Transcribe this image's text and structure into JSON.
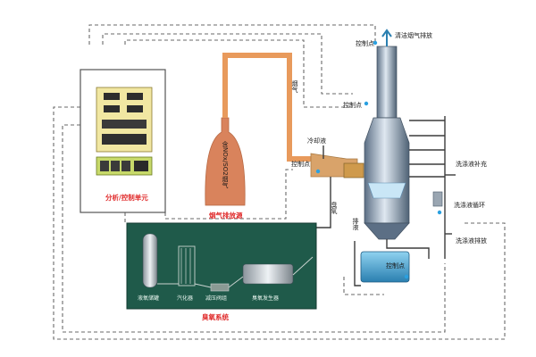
{
  "labels": {
    "control_point_top": "控制点",
    "clean_flue_gas": "清洁烟气排放",
    "control_point_tower": "控制点",
    "coolant": "冷却液",
    "control_point_duct": "控制点",
    "flue_gas_source": "烟气排放源",
    "flue_gas_source_vertical": "含NOx/SO2烟气",
    "flue_gas_pipe": "烟气",
    "analysis_unit": "分析/控制单元",
    "ozone_line": "臭氧",
    "washing_makeup": "洗涤液补充",
    "washing_circ": "洗涤液循环",
    "washing_discharge": "洗涤液排放",
    "drain": "排液",
    "control_point_tank": "控制点",
    "ozone_system": "臭氧系统",
    "liquid_oxygen": "液氧储罐",
    "vaporizer": "汽化器",
    "pressure_valve": "减压阀组",
    "ozone_generator": "臭氧发生器"
  },
  "colors": {
    "ozone_box": "#1f5a4a",
    "flue_pipe": "#e89a5c",
    "tower_metal": "#8fa4b8",
    "label_red": "#e02a2a",
    "tank_blue": "#4aa6d6"
  }
}
